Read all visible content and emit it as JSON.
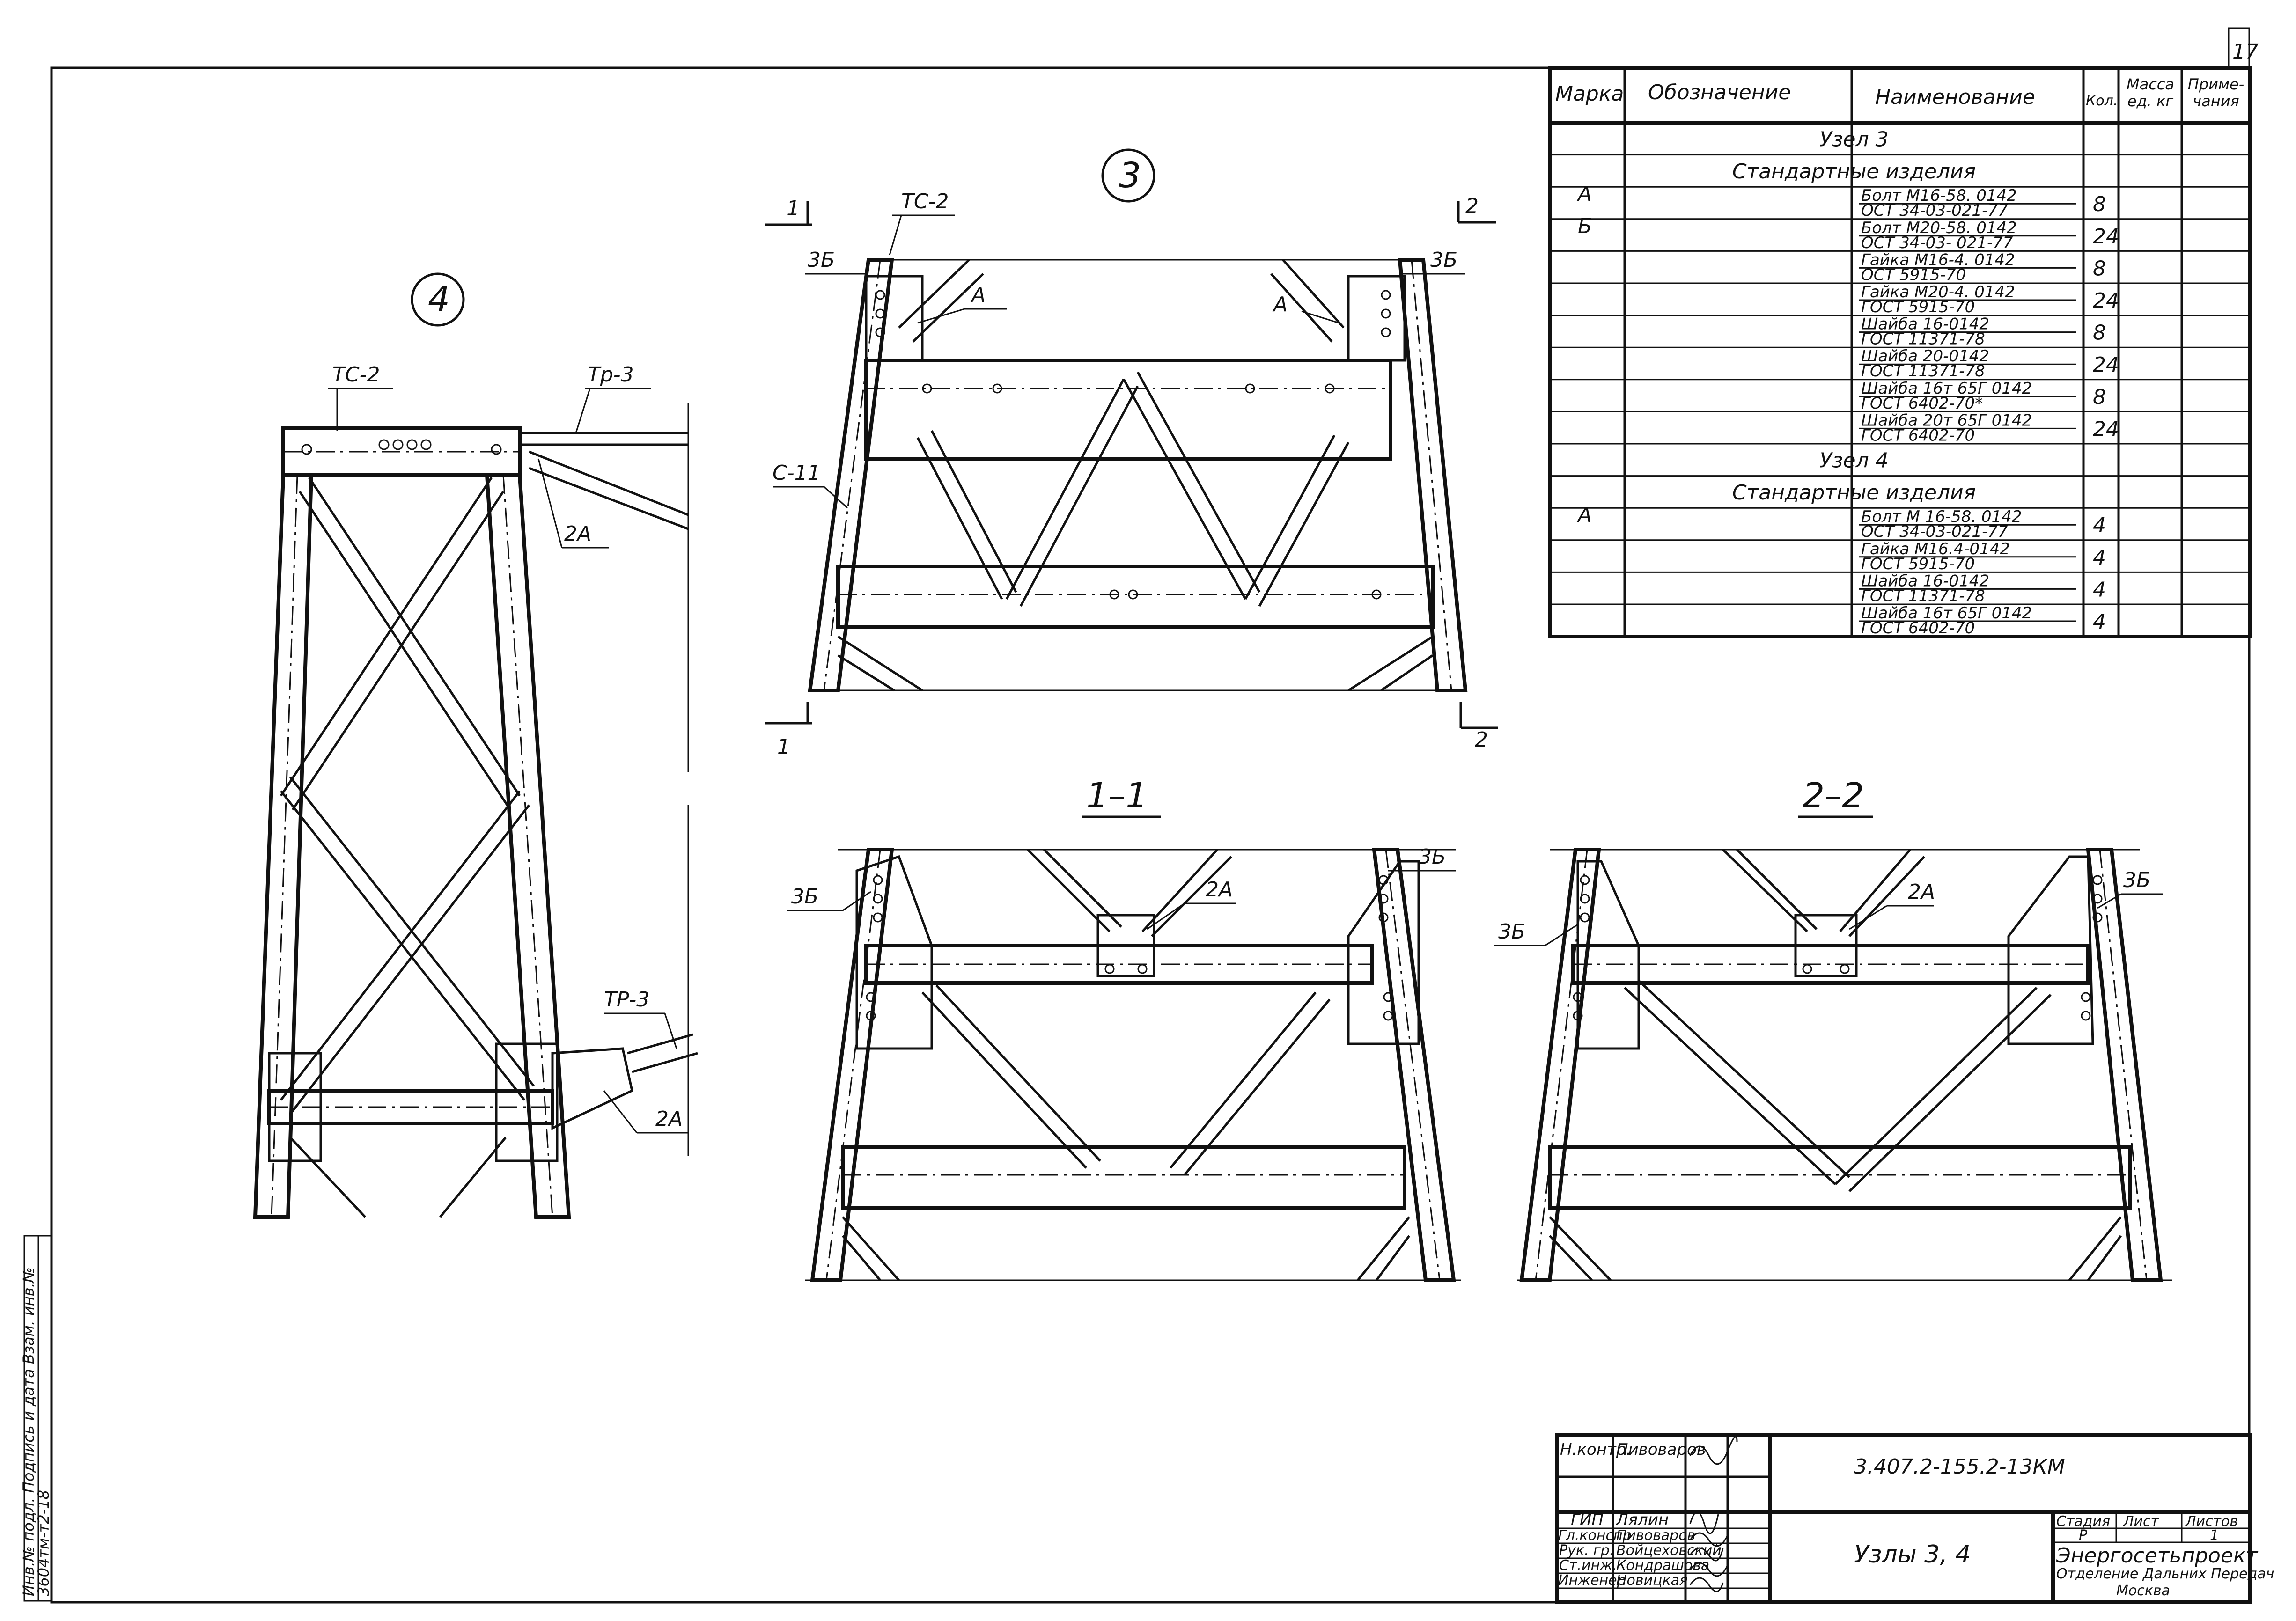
{
  "sheet_number": "17",
  "drawings": {
    "node4": {
      "marker": "4",
      "labels": [
        "ТС-2",
        "Тр-3",
        "2А",
        "ТР-3",
        "2А"
      ]
    },
    "node3": {
      "marker": "3",
      "labels": [
        "ТС-2",
        "3Б",
        "3Б",
        "А",
        "А",
        "С-11"
      ],
      "section_marks": [
        "1",
        "1",
        "2",
        "2"
      ]
    },
    "section11": {
      "title": "1–1",
      "labels": [
        "3Б",
        "3Б",
        "2А"
      ]
    },
    "section22": {
      "title": "2–2",
      "labels": [
        "3Б",
        "3Б",
        "2А"
      ]
    }
  },
  "spec_table": {
    "headers": {
      "mark": "Марка",
      "designation": "Обозначение",
      "name": "Наименование",
      "qty": "Кол.",
      "mass": "Масса ед. кг",
      "notes": "Приме- чания"
    },
    "rows": [
      {
        "type": "section",
        "text": "Узел 3"
      },
      {
        "type": "section",
        "text": "Стандартные изделия"
      },
      {
        "mark": "А",
        "name1": "Болт М16-58. 0142",
        "name2": "ОСТ 34-03-021-77",
        "qty": "8"
      },
      {
        "mark": "Б",
        "name1": "Болт М20-58. 0142",
        "name2": "ОСТ 34-03- 021-77",
        "qty": "24"
      },
      {
        "mark": "",
        "name1": "Гайка М16-4. 0142",
        "name2": "ОСТ 5915-70",
        "qty": "8"
      },
      {
        "mark": "",
        "name1": "Гайка М20-4. 0142",
        "name2": "ГОСТ 5915-70",
        "qty": "24"
      },
      {
        "mark": "",
        "name1": "Шайба 16-0142",
        "name2": "ГОСТ 11371-78",
        "qty": "8"
      },
      {
        "mark": "",
        "name1": "Шайба 20-0142",
        "name2": "ГОСТ 11371-78",
        "qty": "24"
      },
      {
        "mark": "",
        "name1": "Шайба 16т 65Г 0142",
        "name2": "ГОСТ 6402-70*",
        "qty": "8"
      },
      {
        "mark": "",
        "name1": "Шайба 20т 65Г 0142",
        "name2": "ГОСТ 6402-70",
        "qty": "24"
      },
      {
        "type": "section",
        "text": "Узел 4"
      },
      {
        "type": "section",
        "text": "Стандартные изделия"
      },
      {
        "mark": "А",
        "name1": "Болт М 16-58. 0142",
        "name2": "ОСТ 34-03-021-77",
        "qty": "4"
      },
      {
        "mark": "",
        "name1": "Гайка М16.4-0142",
        "name2": "ГОСТ 5915-70",
        "qty": "4"
      },
      {
        "mark": "",
        "name1": "Шайба 16-0142",
        "name2": "ГОСТ 11371-78",
        "qty": "4"
      },
      {
        "mark": "",
        "name1": "Шайба 16т 65Г 0142",
        "name2": "ГОСТ 6402-70",
        "qty": "4"
      }
    ]
  },
  "title_block": {
    "code": "3.407.2-155.2-13КМ",
    "title": "Узлы 3, 4",
    "stage_label": "Стадия",
    "sheet_label": "Лист",
    "sheets_label": "Листов",
    "stage": "Р",
    "sheet": "1",
    "organization": "Энергосетьпроект",
    "department": "Отделение Дальних Передач",
    "city": "Москва",
    "people": [
      {
        "role": "Н.контр.",
        "name": "Пивоваров"
      },
      {
        "role": "ГИП",
        "name": "Лялин"
      },
      {
        "role": "Гл.конспр.",
        "name": "Пивоваров"
      },
      {
        "role": "Рук. гр.",
        "name": "Войцеховский"
      },
      {
        "role": "Ст.инж.",
        "name": "Кондрашова"
      },
      {
        "role": "Инженер",
        "name": "Новицкая"
      }
    ]
  },
  "side_margin": {
    "line1": "Инв.№ подл.  Подпись и дата  Взам. инв.№",
    "line2": "3604тм-т2-18"
  }
}
